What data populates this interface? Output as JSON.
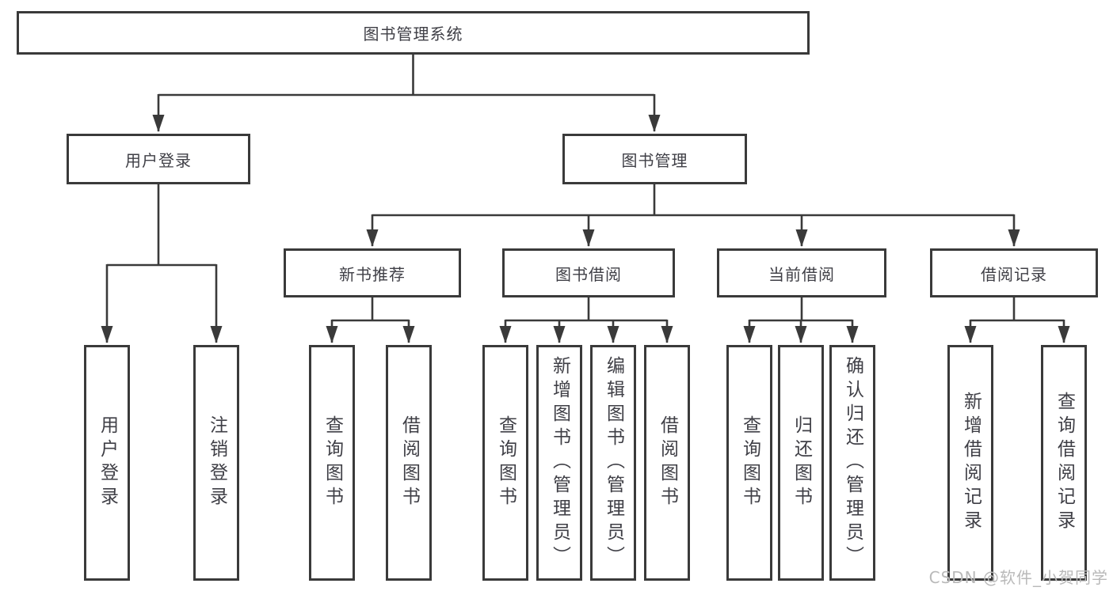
{
  "colors": {
    "line": "#3a3a3a",
    "box_border": "#3a3a3a",
    "box_background": "#ffffff",
    "text": "#3f3f46",
    "watermark_text": "#b9b9b9"
  },
  "tree": {
    "root": {
      "label": "图书管理系统"
    },
    "branches": [
      {
        "label": "用户登录",
        "children": [
          {
            "label": "用户登录"
          },
          {
            "label": "注销登录"
          }
        ]
      },
      {
        "label": "图书管理",
        "children": [
          {
            "label": "新书推荐",
            "children": [
              {
                "label": "查询图书"
              },
              {
                "label": "借阅图书"
              }
            ]
          },
          {
            "label": "图书借阅",
            "children": [
              {
                "label": "查询图书"
              },
              {
                "label": "新增图书（管理员）"
              },
              {
                "label": "编辑图书（管理员）"
              },
              {
                "label": "借阅图书"
              }
            ]
          },
          {
            "label": "当前借阅",
            "children": [
              {
                "label": "查询图书"
              },
              {
                "label": "归还图书"
              },
              {
                "label": "确认归还（管理员）"
              }
            ]
          },
          {
            "label": "借阅记录",
            "children": [
              {
                "label": "新增借阅记录"
              },
              {
                "label": "查询借阅记录"
              }
            ]
          }
        ]
      }
    ]
  },
  "watermark": {
    "text": "CSDN @软件_小贺同学"
  }
}
